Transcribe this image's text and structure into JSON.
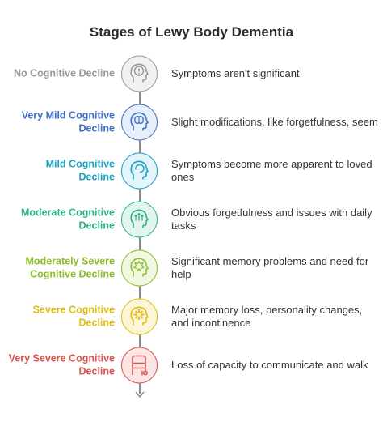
{
  "title": "Stages of Lewy Body Dementia",
  "stages": [
    {
      "label_line1": "No Cognitive Decline",
      "label_line2": "",
      "description": "Symptoms aren't significant",
      "color": "#9a9a9a",
      "bg": "#f1f1f1",
      "icon": "head-exclamation-icon"
    },
    {
      "label_line1": "Very Mild Cognitive",
      "label_line2": "Decline",
      "description": "Slight modifications, like forgetfulness, seem",
      "color": "#3f6fc9",
      "bg": "#e8effa",
      "icon": "head-brain-icon"
    },
    {
      "label_line1": "Mild Cognitive",
      "label_line2": "Decline",
      "description": "Symptoms become more apparent to loved ones",
      "color": "#1aa3c4",
      "bg": "#e3f5fa",
      "icon": "head-outline-icon"
    },
    {
      "label_line1": "Moderate Cognitive",
      "label_line2": "Decline",
      "description": "Obvious forgetfulness and issues with daily tasks",
      "color": "#2fb383",
      "bg": "#e3f6ee",
      "icon": "head-arrows-icon"
    },
    {
      "label_line1": "Moderately Severe",
      "label_line2": "Cognitive Decline",
      "description": "Significant memory problems and need for help",
      "color": "#8cbf2a",
      "bg": "#f1f8e1",
      "icon": "head-burst-icon"
    },
    {
      "label_line1": "Severe Cognitive",
      "label_line2": "Decline",
      "description": "Major memory loss, personality changes, and incontinence",
      "color": "#e0bd10",
      "bg": "#fcf6d8",
      "icon": "head-gear-icon"
    },
    {
      "label_line1": "Very Severe Cognitive",
      "label_line2": "Decline",
      "description": "Loss of capacity to communicate and walk",
      "color": "#d9534f",
      "bg": "#fbe6e5",
      "icon": "walker-icon"
    }
  ]
}
